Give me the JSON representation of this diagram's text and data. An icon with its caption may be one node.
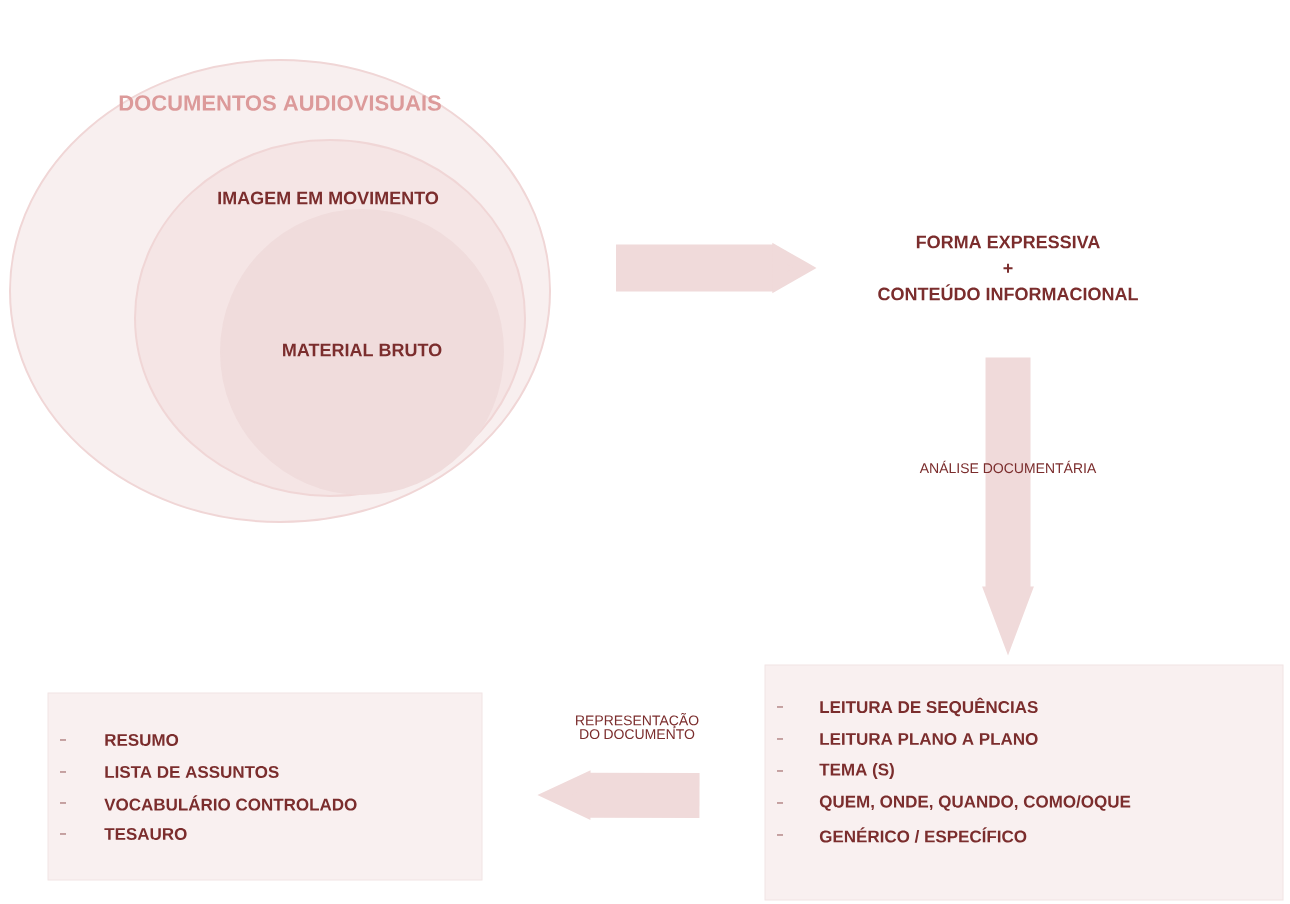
{
  "diagram": {
    "nodes": [
      {
        "text": [
          "DOCUMENTOS AUDIOVISUAIS"
        ]
      },
      {
        "text": [
          "IMAGEM EM MOVIMENTO"
        ],
        "in": 0
      },
      {
        "text": [
          "MATERIAL BRUTO"
        ],
        "in": 1
      },
      {
        "text": [
          "FORMA EXPRESSIVA",
          "+",
          "CONTEÚDO INFORMACIONAL"
        ]
      },
      {
        "text": [
          "LEITURA DE SEQUÊNCIAS",
          "LEITURA PLANO A PLANO",
          "TEMA (S)",
          "QUEM, ONDE, QUANDO, COMO/OQUE",
          "GENÉRICO / ESPECÍFICO"
        ]
      },
      {
        "text": [
          "RESUMO",
          "LISTA DE ASSUNTOS",
          "VOCABULÁRIO CONTROLADO",
          "TESAURO"
        ]
      }
    ],
    "edges": [
      {
        "from": 0,
        "to": 3,
        "arrow": "to"
      },
      {
        "from": 3,
        "to": 4,
        "arrow": "to",
        "label": "ANÁLISE DOCUMENTÁRIA"
      },
      {
        "from": 4,
        "to": 5,
        "arrow": "to",
        "label": "REPRESENTAÇÃO DO DOCUMENTO"
      }
    ]
  }
}
